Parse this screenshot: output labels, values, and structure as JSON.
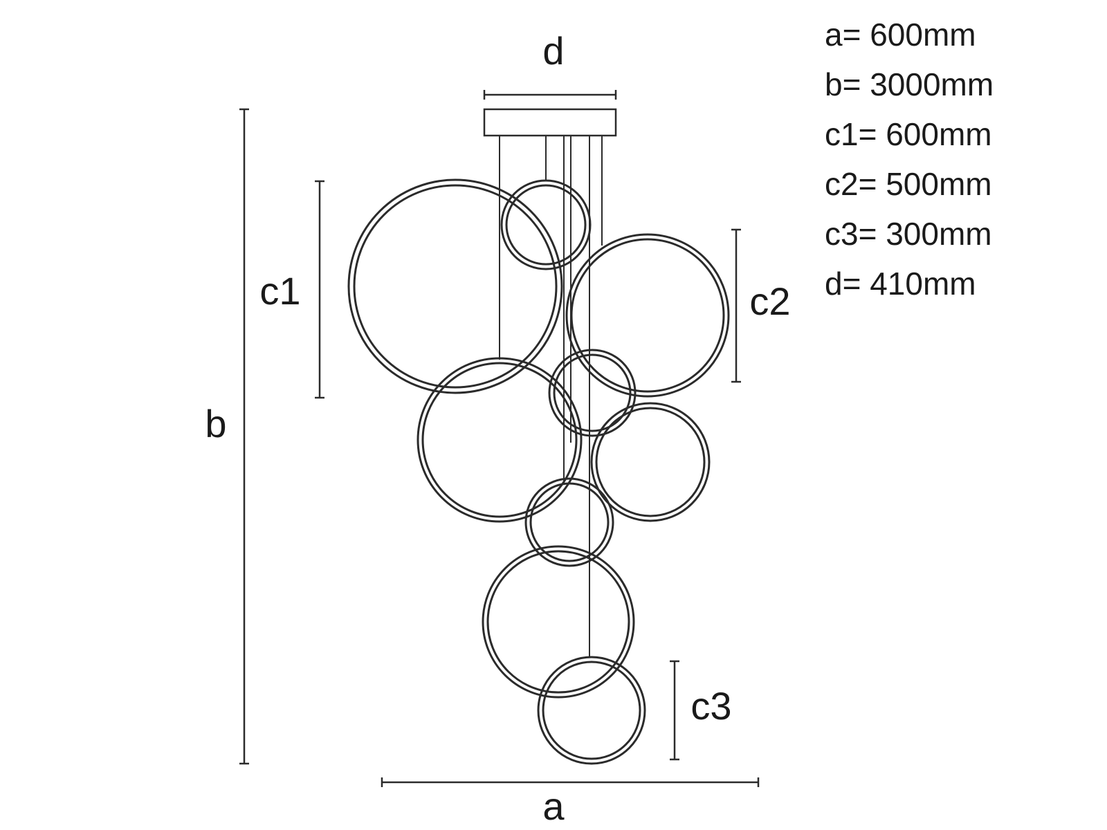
{
  "dimensions": {
    "a": "a",
    "b": "b",
    "c1": "c1",
    "c2": "c2",
    "c3": "c3",
    "d": "d"
  },
  "specs": [
    "a= 600mm",
    "b= 3000mm",
    "c1= 600mm",
    "c2= 500mm",
    "c3= 300mm",
    "d= 410mm"
  ],
  "colors": {
    "line": "#2b2b2b",
    "background": "#ffffff"
  }
}
